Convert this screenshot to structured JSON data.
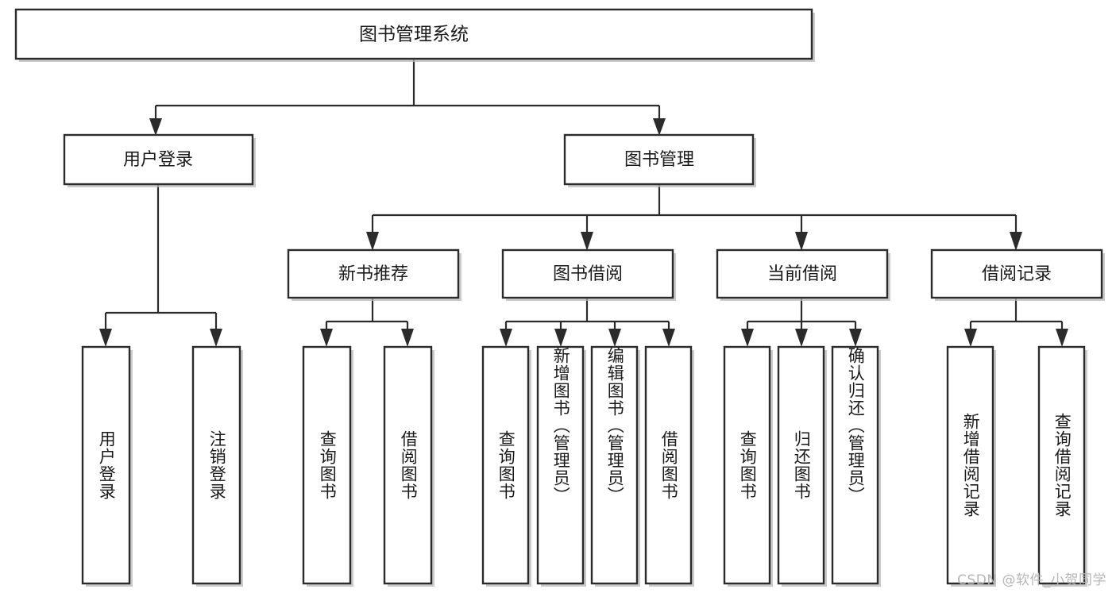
{
  "diagram": {
    "title": "图书管理系统",
    "type": "tree",
    "orientation": "top-down",
    "colors": {
      "box_stroke": "#2b2b2b",
      "box_fill": "#ffffff",
      "edge": "#2b2b2b",
      "text": "#1a1a1a",
      "shadow": "#b8b8b8",
      "watermark": "#b6b6b6",
      "background": "#ffffff"
    },
    "root": {
      "label": "图书管理系统"
    },
    "level2": [
      {
        "label": "用户登录"
      },
      {
        "label": "图书管理"
      }
    ],
    "level3": [
      {
        "label": "新书推荐"
      },
      {
        "label": "图书借阅"
      },
      {
        "label": "当前借阅"
      },
      {
        "label": "借阅记录"
      }
    ],
    "leaves": {
      "user_login": [
        {
          "label": "用户登录"
        },
        {
          "label": "注销登录"
        }
      ],
      "new_books": [
        {
          "label": "查询图书"
        },
        {
          "label": "借阅图书"
        }
      ],
      "book_borrow": [
        {
          "label": "查询图书"
        },
        {
          "label": "新增图书（管理员）"
        },
        {
          "label": "编辑图书（管理员）"
        },
        {
          "label": "借阅图书"
        }
      ],
      "current_borrow": [
        {
          "label": "查询图书"
        },
        {
          "label": "归还图书"
        },
        {
          "label": "确认归还（管理员）"
        }
      ],
      "borrow_record": [
        {
          "label": "新增借阅记录"
        },
        {
          "label": "查询借阅记录"
        }
      ]
    }
  },
  "watermark": {
    "text": "CSDN @软件_小贺同学"
  }
}
